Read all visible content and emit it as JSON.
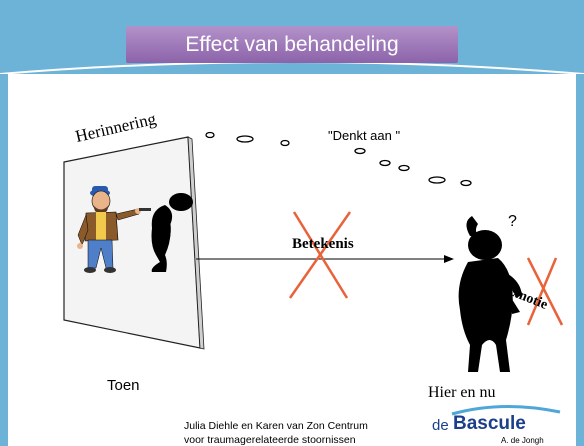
{
  "slide": {
    "title": "Effect van behandeling",
    "labels": {
      "memory": "Herinnering",
      "thinks_of": "\"Denkt aan \"",
      "meaning": "Betekenis",
      "emotion": "Emotie",
      "then": "Toen",
      "here_and_now": "Hier en nu",
      "question_mark": "?"
    },
    "footer": {
      "line1": "Julia Diehle en Karen van Zon Centrum",
      "line2": "voor traumagerelateerde stoornissen"
    },
    "logo": {
      "prefix": "de",
      "name": "Bascule",
      "author": "A. de Jongh"
    }
  },
  "colors": {
    "header_blue": "#6db3d8",
    "title_purple": "#9b74b8",
    "cross_red": "#e8623a",
    "logo_blue": "#1c3f8c"
  },
  "icons": [
    "memory-picture-frame",
    "gunman-figure",
    "victim-figure",
    "thinking-figure",
    "thought-bubble-chain",
    "red-cross",
    "arrow"
  ]
}
